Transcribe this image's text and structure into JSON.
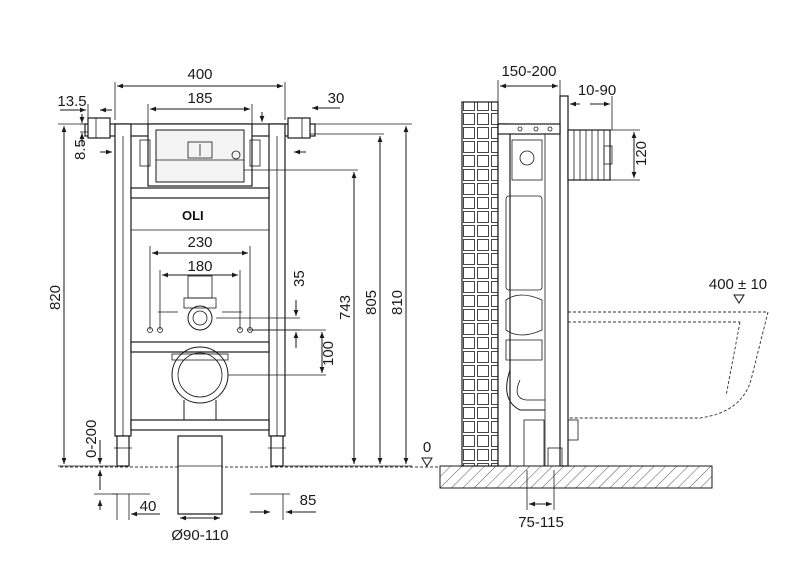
{
  "front_view": {
    "width_total": "400",
    "width_panel": "185",
    "offset_left": "13.5",
    "offset_right": "30",
    "offset_top": "8.5",
    "height_frame": "820",
    "width_inner": "230",
    "width_studs": "180",
    "height_35": "35",
    "height_100": "100",
    "height_743": "743",
    "height_805": "805",
    "height_810": "810",
    "leg_adjust": "0-200",
    "foot_width": "40",
    "pipe_offset": "85",
    "pipe_diameter": "Ø90-110",
    "logo": "OLI"
  },
  "side_view": {
    "depth_range": "150-200",
    "wall_range": "10-90",
    "height_120": "120",
    "bowl_height": "400 ± 10",
    "floor_level": "0",
    "drain_range": "75-115"
  },
  "colors": {
    "line": "#1a1a1a",
    "background": "#ffffff",
    "hatch": "#555555"
  }
}
